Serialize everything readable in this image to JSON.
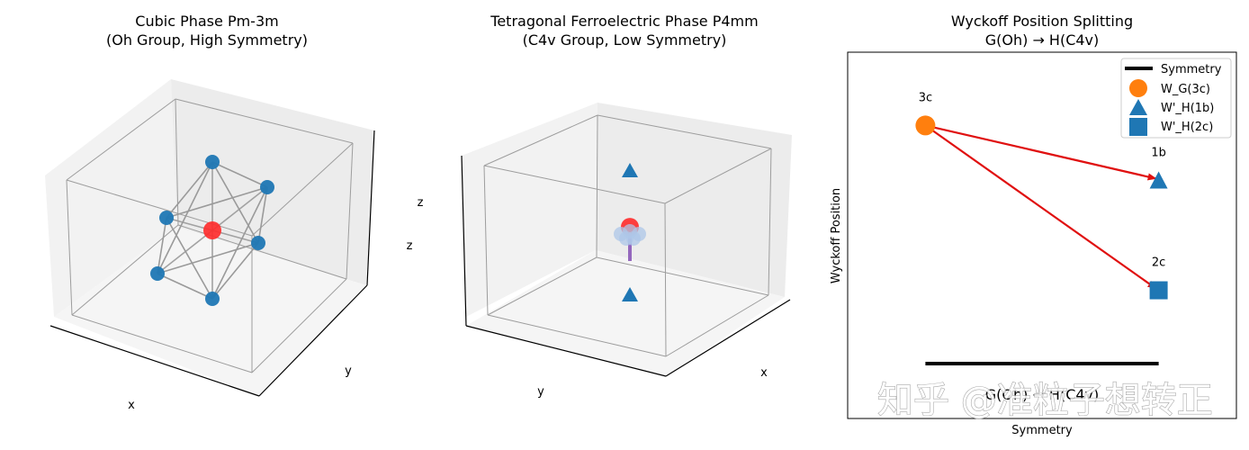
{
  "chart_data": [
    {
      "type": "scatter",
      "projection": "3d",
      "title_line1": "Cubic Phase Pm-3m",
      "title_line2": "(Oh Group, High Symmetry)",
      "xlabel": "x",
      "ylabel": "y",
      "zlabel": "z",
      "center_atom": {
        "x": 0,
        "y": 0,
        "z": 0,
        "color": "#ff2a2a"
      },
      "ligand_atoms": [
        {
          "x": 1,
          "y": 0,
          "z": 0
        },
        {
          "x": -1,
          "y": 0,
          "z": 0
        },
        {
          "x": 0,
          "y": 1,
          "z": 0
        },
        {
          "x": 0,
          "y": -1,
          "z": 0
        },
        {
          "x": 0,
          "y": 0,
          "z": 1
        },
        {
          "x": 0,
          "y": 0,
          "z": -1
        }
      ],
      "ligand_color": "#1f77b4",
      "grid": false
    },
    {
      "type": "scatter",
      "projection": "3d",
      "title_line1": "Tetragonal Ferroelectric Phase P4mm",
      "title_line2": "(C4v Group, Low Symmetry)",
      "xlabel": "x",
      "ylabel": "y",
      "zlabel": "z",
      "center_atom": {
        "x": 0,
        "y": 0,
        "z": 0.1,
        "color": "#ff2a2a"
      },
      "apical_atoms": [
        {
          "x": 0,
          "y": 0,
          "z": 1
        },
        {
          "x": 0,
          "y": 0,
          "z": -1
        }
      ],
      "apical_color": "#1f77b4",
      "grid": false
    },
    {
      "type": "scatter",
      "title_line1": "Wyckoff Position Splitting",
      "title_line2": "G(Oh) → H(C4v)",
      "xlabel": "Symmetry",
      "ylabel": "Wyckoff Position",
      "xlim": [
        0,
        1
      ],
      "ylim": [
        0,
        1
      ],
      "points": [
        {
          "label": "3c",
          "series": "W_G(3c)",
          "x": 0.2,
          "y": 0.8,
          "color": "#ff7f0e",
          "marker": "circle"
        },
        {
          "label": "1b",
          "series": "W'_H(1b)",
          "x": 0.8,
          "y": 0.65,
          "color": "#1f77b4",
          "marker": "triangle"
        },
        {
          "label": "2c",
          "series": "W'_H(2c)",
          "x": 0.8,
          "y": 0.35,
          "color": "#1f77b4",
          "marker": "square"
        }
      ],
      "arrows": [
        {
          "from": "3c",
          "to": "1b"
        },
        {
          "from": "3c",
          "to": "2c"
        }
      ],
      "arrow_color": "#e01010",
      "symmetry_line": {
        "x0": 0.2,
        "x1": 0.8,
        "y": 0.15,
        "text": "G(Oh) → H(C4v)"
      },
      "legend": {
        "placement": "upper-right",
        "entries": [
          "Symmetry",
          "W_G(3c)",
          "W'_H(1b)",
          "W'_H(2c)"
        ]
      },
      "grid": false
    }
  ],
  "watermark": "知乎 @准粒子想转正"
}
